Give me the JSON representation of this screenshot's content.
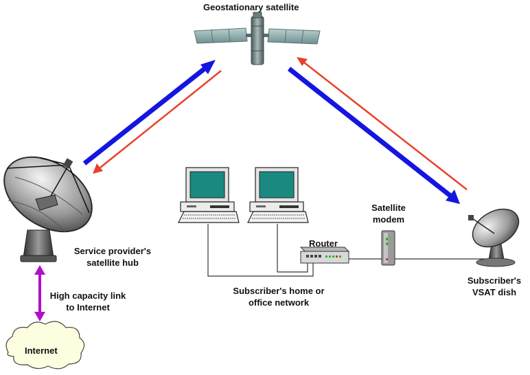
{
  "labels": {
    "satellite": "Geostationary satellite",
    "hub_line1": "Service provider's",
    "hub_line2": "satellite hub",
    "link_line1": "High capacity link",
    "link_line2": "to Internet",
    "internet": "Internet",
    "router": "Router",
    "modem_line1": "Satellite",
    "modem_line2": "modem",
    "network_line1": "Subscriber's home or",
    "network_line2": "office network",
    "vsat_line1": "Subscriber's",
    "vsat_line2": "VSAT dish"
  },
  "colors": {
    "uplink": "#1515e0",
    "downlink": "#e8402a",
    "internet_link": "#b010c8",
    "screen": "#1a8a80",
    "cable": "#333333"
  }
}
